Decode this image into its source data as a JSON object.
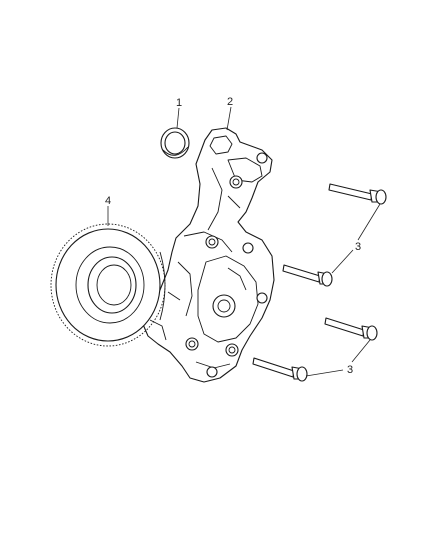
{
  "callouts": {
    "c1": "1",
    "c2": "2",
    "c3a": "3",
    "c3b": "3",
    "c4": "4"
  },
  "parts": [
    {
      "name": "seal-ring",
      "callout": "1"
    },
    {
      "name": "oil-pump-housing",
      "callout": "2"
    },
    {
      "name": "bolts",
      "callout": "3"
    },
    {
      "name": "drive-gear",
      "callout": "4"
    }
  ]
}
